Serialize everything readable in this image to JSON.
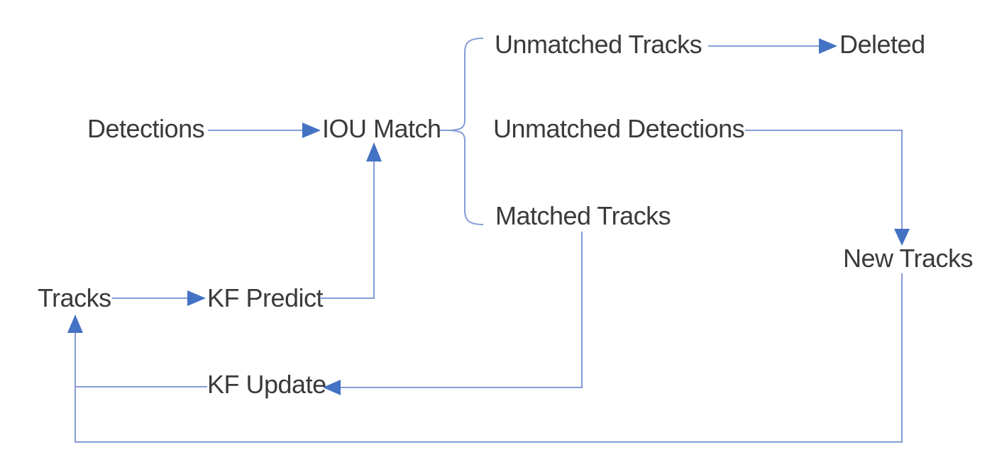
{
  "diagram": {
    "nodes": {
      "detections": {
        "label": "Detections"
      },
      "iou_match": {
        "label": "IOU Match"
      },
      "unmatched_tracks": {
        "label": "Unmatched Tracks"
      },
      "deleted": {
        "label": "Deleted"
      },
      "unmatched_detections": {
        "label": "Unmatched Detections"
      },
      "matched_tracks": {
        "label": "Matched Tracks"
      },
      "new_tracks": {
        "label": "New Tracks"
      },
      "tracks": {
        "label": "Tracks"
      },
      "kf_predict": {
        "label": "KF Predict"
      },
      "kf_update": {
        "label": "KF Update"
      }
    },
    "edges": [
      {
        "from": "Detections",
        "to": "IOU Match",
        "style": "arrow"
      },
      {
        "from": "Tracks",
        "to": "KF Predict",
        "style": "arrow"
      },
      {
        "from": "KF Predict",
        "to": "IOU Match",
        "style": "arrow"
      },
      {
        "from": "IOU Match",
        "to": "Unmatched Tracks",
        "style": "brace"
      },
      {
        "from": "IOU Match",
        "to": "Unmatched Detections",
        "style": "brace"
      },
      {
        "from": "IOU Match",
        "to": "Matched Tracks",
        "style": "brace"
      },
      {
        "from": "Unmatched Tracks",
        "to": "Deleted",
        "style": "arrow"
      },
      {
        "from": "Unmatched Detections",
        "to": "New Tracks",
        "style": "arrow"
      },
      {
        "from": "Matched Tracks",
        "to": "KF Update",
        "style": "arrow"
      },
      {
        "from": "KF Update",
        "to": "Tracks",
        "style": "arrow"
      },
      {
        "from": "New Tracks",
        "to": "Tracks",
        "style": "arrow"
      }
    ],
    "colors": {
      "line": "#849cd8",
      "arrowhead": "#4472c4",
      "text": "#3a3a3a",
      "background": "#ffffff"
    }
  }
}
